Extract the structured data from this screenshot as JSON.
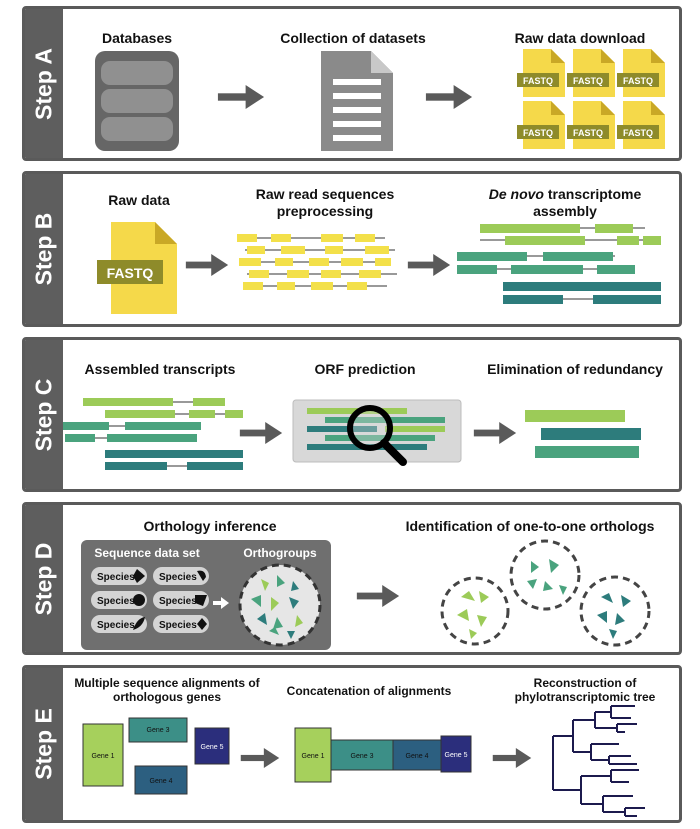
{
  "steps": {
    "a": {
      "tab": "Step A",
      "databases": "Databases",
      "collection": "Collection of datasets",
      "raw_download": "Raw data download",
      "file_tag": "FASTQ"
    },
    "b": {
      "tab": "Step B",
      "raw_data": "Raw data",
      "preprocessing_1": "Raw read sequences",
      "preprocessing_2": "preprocessing",
      "assembly_italic": "De novo",
      "assembly_rest": " transcriptome",
      "assembly_2": "assembly",
      "file_tag": "FASTQ"
    },
    "c": {
      "tab": "Step C",
      "assembled": "Assembled transcripts",
      "orf": "ORF prediction",
      "redundancy": "Elimination of redundancy"
    },
    "d": {
      "tab": "Step D",
      "orthology": "Orthology inference",
      "one_to_one": "Identification of one-to-one orthologs",
      "dataset": "Sequence data set",
      "orthogroups": "Orthogroups",
      "species": "Species"
    },
    "e": {
      "tab": "Step E",
      "msa_1": "Multiple sequence alignments of",
      "msa_2": "orthologous genes",
      "concat": "Concatenation of alignments",
      "tree_1": "Reconstruction of",
      "tree_2": "phylotranscriptomic tree",
      "genes": [
        "Gene 1",
        "Gene 3",
        "Gene 4",
        "Gene 5"
      ]
    }
  },
  "colors": {
    "panel_border": "#5a5a5a",
    "fastq_yellow": "#f5d94a",
    "fastq_tag": "#8e8b2a",
    "light_green": "#9ccb58",
    "teal_green": "#4aa37e",
    "dark_teal": "#2d7c7c",
    "gene1": "#a6d05c",
    "gene3": "#3c8f87",
    "gene4": "#2c5f80",
    "gene5": "#2b2e7c"
  }
}
